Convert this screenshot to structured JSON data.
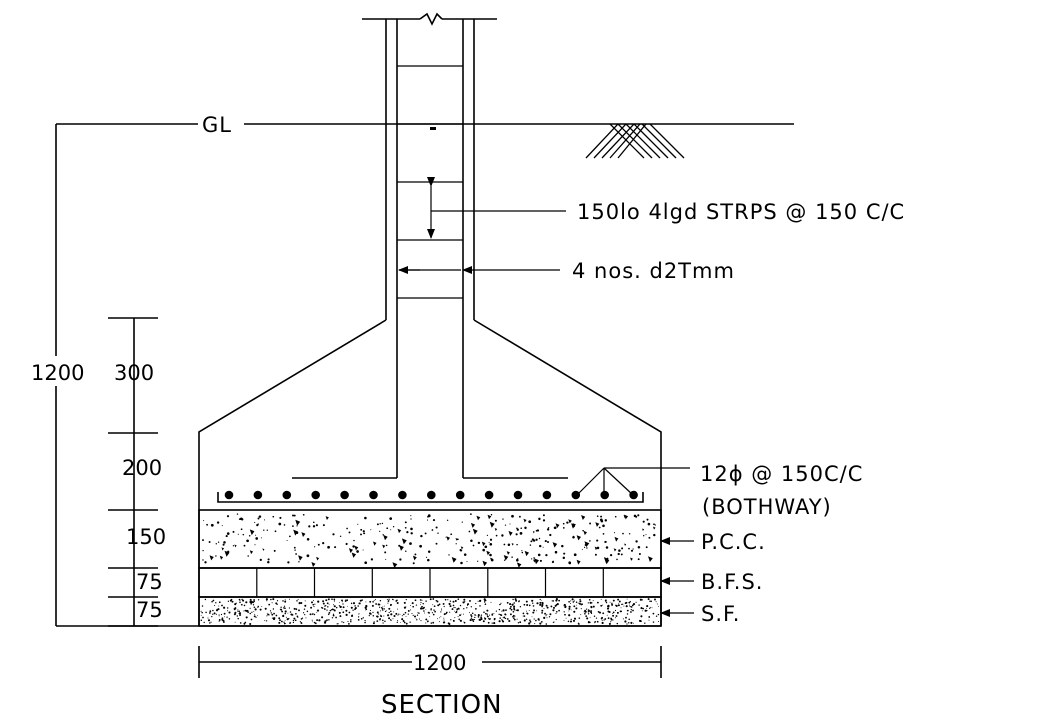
{
  "diagram": {
    "title": "SECTION",
    "ground_label": "GL",
    "annotations": {
      "stirrups": "150lo  4lgd STRPS @ 150 C/C",
      "main_bars": "4 nos. d2Tmm",
      "footing_bars": "12ɸ     @ 150C/C",
      "footing_bars_note": "(BOTHWAY)",
      "pcc": "P.C.C.",
      "bfs": "B.F.S.",
      "sf": "S.F."
    },
    "dimensions": {
      "total_depth": "1200",
      "taper": "300",
      "footing": "200",
      "pcc": "150",
      "bfs": "75",
      "sf": "75",
      "width": "1200"
    }
  }
}
